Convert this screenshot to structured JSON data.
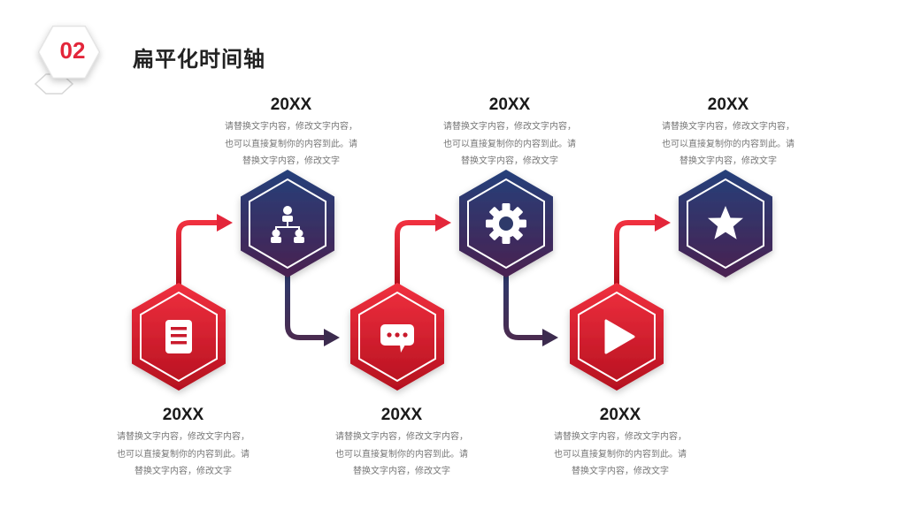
{
  "header": {
    "number": "02",
    "title": "扁平化时间轴"
  },
  "colors": {
    "red": "#e3263a",
    "dark": "#2f3563",
    "text": "#777777"
  },
  "steps": [
    {
      "year": "20XX",
      "icon": "document-icon",
      "desc": [
        "请替换文字内容，修改文字内容，",
        "也可以直接复制你的内容到此。请",
        "替换文字内容，修改文字"
      ]
    },
    {
      "year": "20XX",
      "icon": "team-icon",
      "desc": [
        "请替换文字内容，修改文字内容，",
        "也可以直接复制你的内容到此。请",
        "替换文字内容，修改文字"
      ]
    },
    {
      "year": "20XX",
      "icon": "chat-icon",
      "desc": [
        "请替换文字内容，修改文字内容，",
        "也可以直接复制你的内容到此。请",
        "替换文字内容，修改文字"
      ]
    },
    {
      "year": "20XX",
      "icon": "gear-icon",
      "desc": [
        "请替换文字内容，修改文字内容，",
        "也可以直接复制你的内容到此。请",
        "替换文字内容，修改文字"
      ]
    },
    {
      "year": "20XX",
      "icon": "play-icon",
      "desc": [
        "请替换文字内容，修改文字内容，",
        "也可以直接复制你的内容到此。请",
        "替换文字内容，修改文字"
      ]
    },
    {
      "year": "20XX",
      "icon": "star-icon",
      "desc": [
        "请替换文字内容，修改文字内容，",
        "也可以直接复制你的内容到此。请",
        "替换文字内容，修改文字"
      ]
    }
  ]
}
